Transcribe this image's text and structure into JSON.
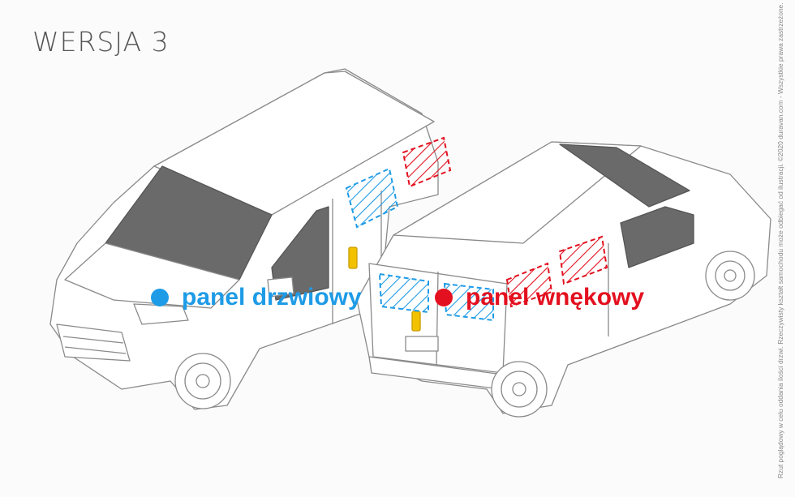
{
  "title": "WERSJA 3",
  "legend": {
    "door_panel": {
      "label": "panel drzwiowy",
      "color": "#1e9be6"
    },
    "niche_panel": {
      "label": "panel wnękowy",
      "color": "#e3101f"
    }
  },
  "disclaimer": "Rzut poglądowy w celu oddania ilości drzwi. Rzeczywisty kształt samochodu może odbiegać od ilustracji. ©2020 duravan.com - Wszystkie prawa zastrzeżone.",
  "colors": {
    "outline": "#7a7a7a",
    "glass": "#6a6a6a",
    "handle": "#f2c200"
  }
}
